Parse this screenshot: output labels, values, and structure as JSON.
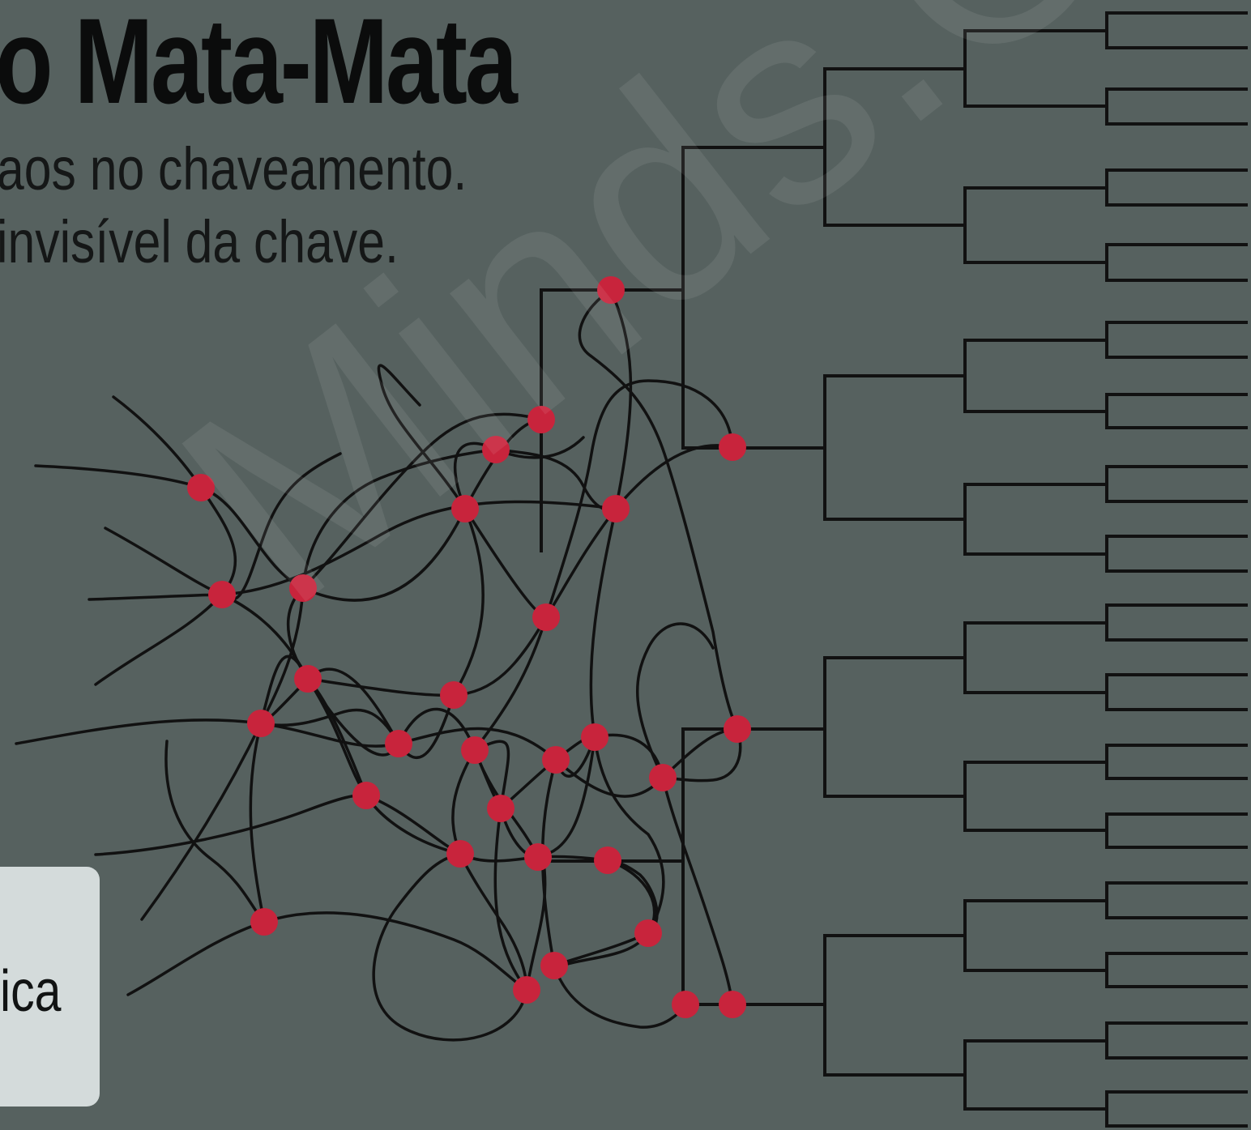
{
  "header": {
    "title": "o Mata-Mata",
    "subtitle_line1": "aos no chaveamento.",
    "subtitle_line2": "invisível da chave."
  },
  "card": {
    "text": "ica"
  },
  "watermark": {
    "text": "Minds.Co"
  },
  "colors": {
    "background": "#56615f",
    "line": "#111111",
    "node": "#c8243c",
    "card": "#d4dbdb"
  }
}
